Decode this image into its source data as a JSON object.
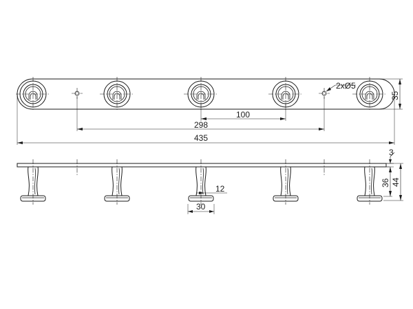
{
  "dimensions": {
    "pitch": "100",
    "mount_hole_spacing": "298",
    "overall_length": "435",
    "bar_height": "35",
    "hole_callout": "2xØ5",
    "plate_thickness": "3",
    "hook_length": "36",
    "overall_depth": "44",
    "neck_width": "12",
    "foot_width": "30"
  },
  "colors": {
    "line": "#1a1a1a",
    "background": "#ffffff"
  }
}
